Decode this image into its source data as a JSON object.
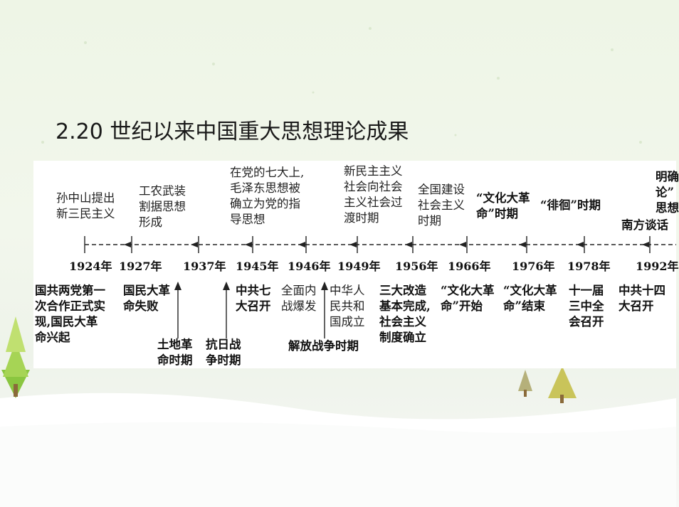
{
  "title": "2.20 世纪以来中国重大思想理论成果",
  "timeline": {
    "years": [
      "1924年",
      "1927年",
      "1937年",
      "1945年",
      "1946年",
      "1949年",
      "1956年",
      "1966年",
      "1976年",
      "1978年",
      "1992年"
    ],
    "above": {
      "sun_zhongshan": [
        "孙中山提出",
        "新三民主义"
      ],
      "gongnong": [
        "工农武装",
        "割据思想",
        "形成"
      ],
      "qida_above": [
        "在党的七大上,",
        "毛泽东思想被",
        "确立为党的指",
        "导思想"
      ],
      "xinminzhu": [
        "新民主主义",
        "社会向社会",
        "主义社会过",
        "渡时期"
      ],
      "quanguo_jianshe": [
        "全国建设",
        "社会主义",
        "时期"
      ],
      "wenge_period": [
        "“文化大革",
        "命”时期"
      ],
      "paihuai": "“徘徊”时期",
      "nanfang_tanhua": "南方谈话",
      "cut_right": [
        "明确",
        "论”",
        "思想"
      ]
    },
    "below": {
      "guogong_hezuo": [
        "国共两党第一",
        "次合作正式实",
        "现,国民大革",
        "命兴起"
      ],
      "geming_shibai": [
        "国民大革",
        "命失败"
      ],
      "tudi_geming": [
        "土地革",
        "命时期"
      ],
      "kangri": [
        "抗日战",
        "争时期"
      ],
      "qida": [
        "中共七",
        "大召开"
      ],
      "quanmian_neizhan": [
        "全面内",
        "战爆发"
      ],
      "jiefang": "解放战争时期",
      "jianguo": [
        "中华人",
        "民共和",
        "国成立"
      ],
      "sanda_gaizao": [
        "三大改造",
        "基本完成,",
        "社会主义",
        "制度确立"
      ],
      "wenge_start": [
        "“文化大革",
        "命”开始"
      ],
      "wenge_end": [
        "“文化大革",
        "命”结束"
      ],
      "sanzhong": [
        "十一届",
        "三中全",
        "会召开"
      ],
      "shisi_da": [
        "中共十四",
        "大召开"
      ]
    }
  }
}
